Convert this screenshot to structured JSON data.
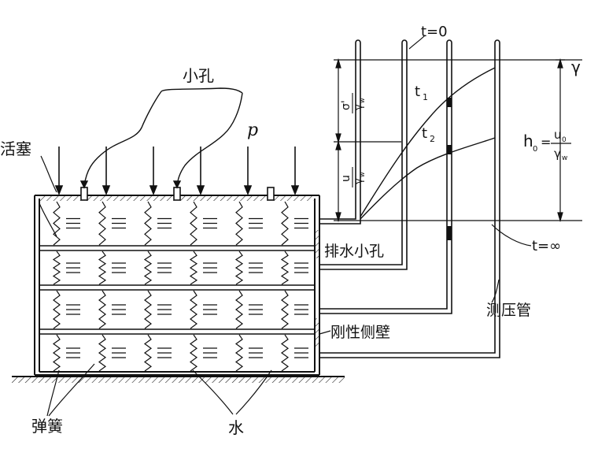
{
  "labels": {
    "small_hole": "小孔",
    "load": "p",
    "piston": "活塞",
    "drain_hole": "排水小孔",
    "rigid_wall": "刚性侧壁",
    "spring": "弹簧",
    "water": "水",
    "piezometer": "测压管",
    "t_zero": "t=0",
    "t_one": "t",
    "t_one_sub": "1",
    "t_two": "t",
    "t_two_sub": "2",
    "t_inf": "t=∞",
    "gamma": "γ",
    "h0": "h",
    "h0_sub": "0",
    "h0_eq": "=",
    "u0": "u",
    "u0_sub": "0",
    "gamma_w": "γ",
    "gamma_w_sub": "w",
    "sigma_prime": "σ'",
    "u": "u"
  }
}
